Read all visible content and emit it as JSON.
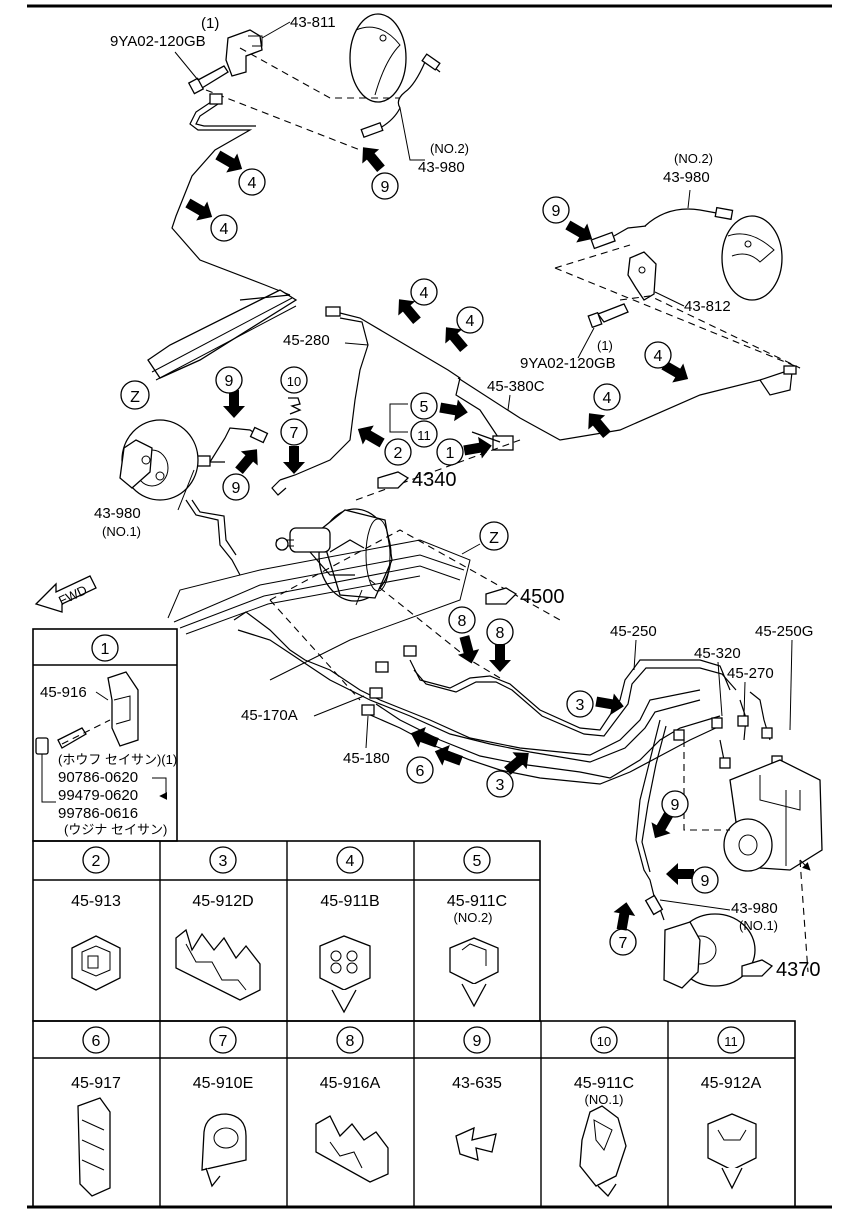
{
  "labels": {
    "bolt_top": "9YA02-120GB",
    "bolt_top_qty": "(1)",
    "bracket_top": "43-811",
    "hose_rear_l_note": "(NO.2)",
    "hose_rear_l": "43-980",
    "hose_rear_r_note": "(NO.2)",
    "hose_rear_r": "43-980",
    "bracket_rear_r": "43-812",
    "bolt_rear_r_qty": "(1)",
    "bolt_rear_r": "9YA02-120GB",
    "pipe_280": "45-280",
    "pipe_380c": "45-380C",
    "ref_4340": "4340",
    "hose_front_l": "43-980",
    "hose_front_l_note": "(NO.1)",
    "ref_4500": "4500",
    "pipe_250": "45-250",
    "pipe_320": "45-320",
    "pipe_250g": "45-250G",
    "pipe_270": "45-270",
    "pipe_170a": "45-170A",
    "pipe_180": "45-180",
    "hose_front_r": "43-980",
    "hose_front_r_note": "(NO.1)",
    "ref_4370": "4370",
    "fwd": "FWD",
    "z_marker": "Z"
  },
  "callouts": [
    "1",
    "2",
    "3",
    "4",
    "5",
    "6",
    "7",
    "8",
    "9",
    "10",
    "11"
  ],
  "detail_1": {
    "number": "1",
    "clip": "45-916",
    "bolt_note_1": "(ホウフ セイサン)(1)",
    "bolt_1": "90786-0620",
    "bolt_2": "99479-0620",
    "bolt_3": "99786-0616",
    "bolt_note_2": "(ウジナ セイサン)"
  },
  "parts_row1": [
    {
      "number": "2",
      "part": "45-913",
      "note": ""
    },
    {
      "number": "3",
      "part": "45-912D",
      "note": ""
    },
    {
      "number": "4",
      "part": "45-911B",
      "note": ""
    },
    {
      "number": "5",
      "part": "45-911C",
      "note": "(NO.2)"
    }
  ],
  "parts_row2": [
    {
      "number": "6",
      "part": "45-917",
      "note": ""
    },
    {
      "number": "7",
      "part": "45-910E",
      "note": ""
    },
    {
      "number": "8",
      "part": "45-916A",
      "note": ""
    },
    {
      "number": "9",
      "part": "43-635",
      "note": ""
    },
    {
      "number": "10",
      "part": "45-911C",
      "note": "(NO.1)"
    },
    {
      "number": "11",
      "part": "45-912A",
      "note": ""
    }
  ]
}
